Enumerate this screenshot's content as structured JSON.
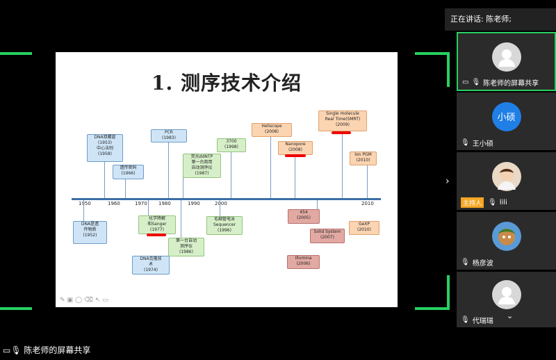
{
  "speaking": "正在讲话: 陈老师;",
  "bottom": {
    "share_label": "陈老师的屏幕共享"
  },
  "slide": {
    "title": "1.  测序技术介绍",
    "years": [
      "1950",
      "1960",
      "1970",
      "1980",
      "1990",
      "2000",
      "2010"
    ],
    "boxes": {
      "dna_structure": "DNA双螺旋\n(1953)\n中心法则\n(1958)",
      "genetic_code": "遗传密码\n(1966)",
      "pcr": "PCR\n(1983)",
      "fluorescent": "荧光ddNTP\n第一台商用\n自动测序仪\n(1987)",
      "abi3700": "3700\n(1998)",
      "heliscope": "Heliscope\n(2008)",
      "nanopore": "Nanopore\n(2008)",
      "smrt": "Single molecule\nReal Time(SMRT)\n(2009)",
      "ionpgm": "Ion PGM\n(2010)",
      "genetic_material": "DNA是遗\n传物质\n(1952)",
      "sanger": "化学降解\n和Sanger\n(1977)",
      "dna_cloning": "DNA克隆技\n术\n(1974)",
      "first_auto": "第一台自动\n测序仪\n(1986)",
      "capillary": "毛细管电泳\nSequencer\n(1996)",
      "roche454": "454\n(2005)",
      "solid": "Solid System\n(2007)",
      "illumina": "Illumina\n(2006)",
      "gexp": "GeXP\n(2010)"
    }
  },
  "participants": [
    {
      "name": "陈老师的屏幕共享",
      "avatar_text": "",
      "role": ""
    },
    {
      "name": "王小硕",
      "avatar_text": "小硕",
      "role": ""
    },
    {
      "name": "lili",
      "avatar_text": "",
      "role": "主持人"
    },
    {
      "name": "杨彦波",
      "avatar_text": "",
      "role": ""
    },
    {
      "name": "代瑞瑞",
      "avatar_text": "",
      "role": ""
    }
  ],
  "icons": {
    "mic": "mic-icon",
    "screen": "screen-share-icon",
    "chevron_right": "chevron-right-icon",
    "chevron_down": "chevron-down-icon"
  },
  "colors": {
    "accent": "#27d162",
    "host": "#f5a623"
  }
}
